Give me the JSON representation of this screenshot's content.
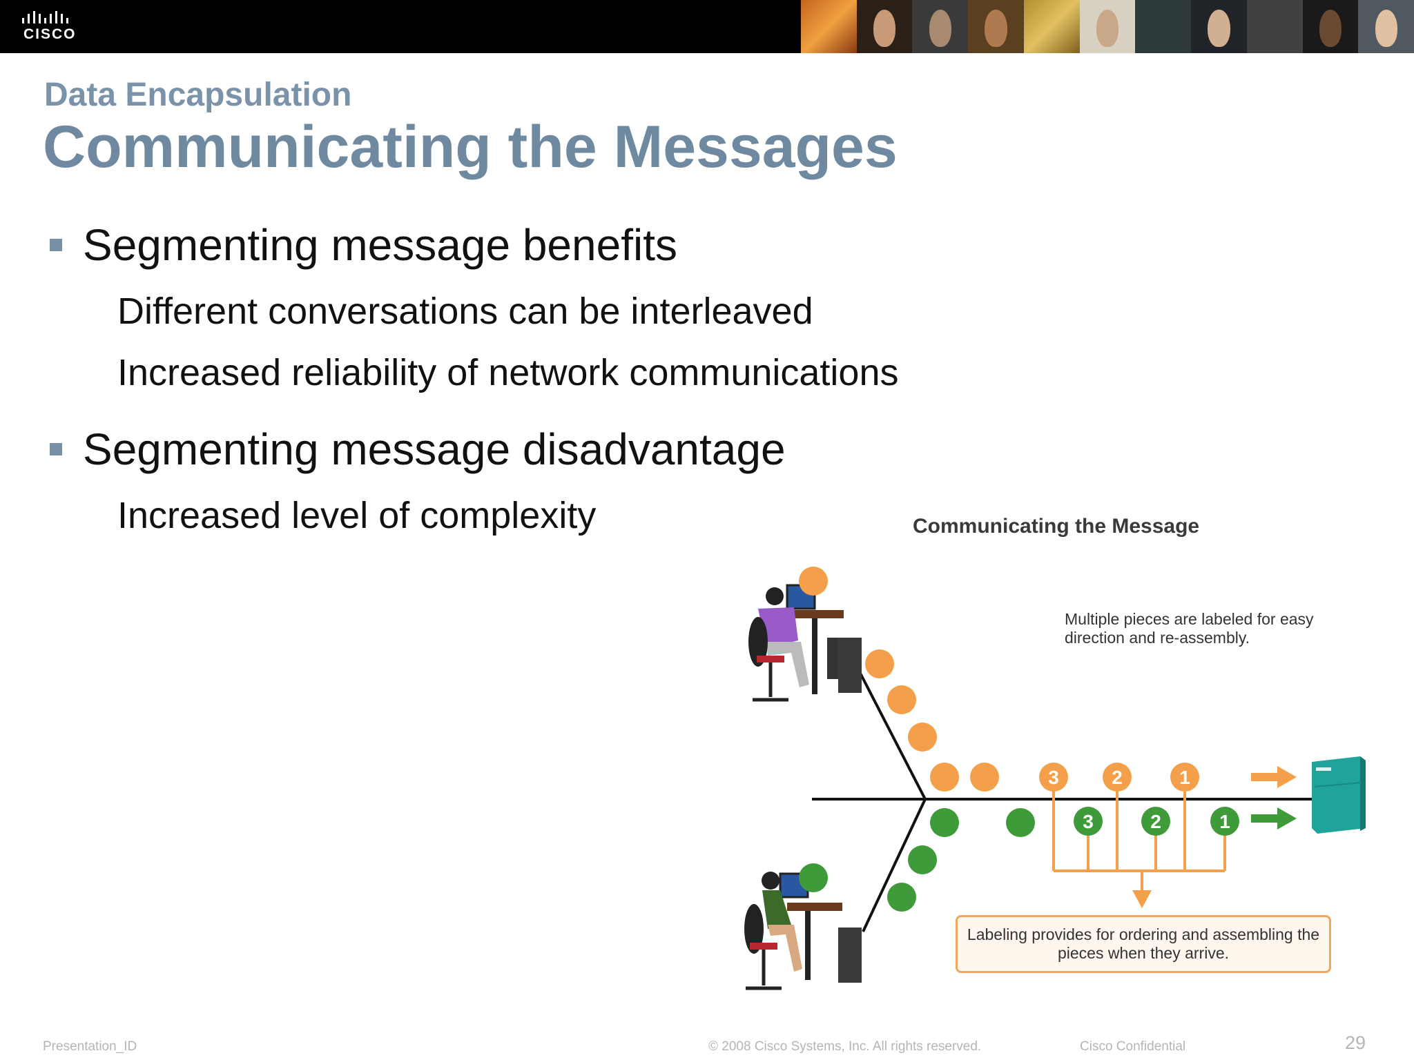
{
  "header": {
    "logo_text": "CISCO",
    "photo_strip_icon": "people-photo-strip"
  },
  "slide": {
    "section_title": "Data Encapsulation",
    "title": "Communicating the Messages",
    "bullets": [
      {
        "text": "Segmenting message benefits",
        "subitems": [
          "Different conversations can be interleaved",
          "Increased reliability of network communications"
        ]
      },
      {
        "text": "Segmenting message disadvantage",
        "subitems": [
          "Increased level of complexity"
        ]
      }
    ]
  },
  "figure": {
    "title": "Communicating the Message",
    "note_top": "Multiple pieces are labeled for easy direction and re-assembly.",
    "note_bottom": "Labeling provides for ordering and assembling the pieces when they arrive.",
    "orange_labels": [
      "3",
      "2",
      "1"
    ],
    "green_labels": [
      "3",
      "2",
      "1"
    ],
    "colors": {
      "orange": "#f4a04a",
      "green": "#3f9a3a",
      "server": "#1fa39a"
    }
  },
  "footer": {
    "presentation_id": "Presentation_ID",
    "copyright": "© 2008 Cisco Systems, Inc. All rights reserved.",
    "confidential": "Cisco Confidential",
    "page_number": "29"
  }
}
